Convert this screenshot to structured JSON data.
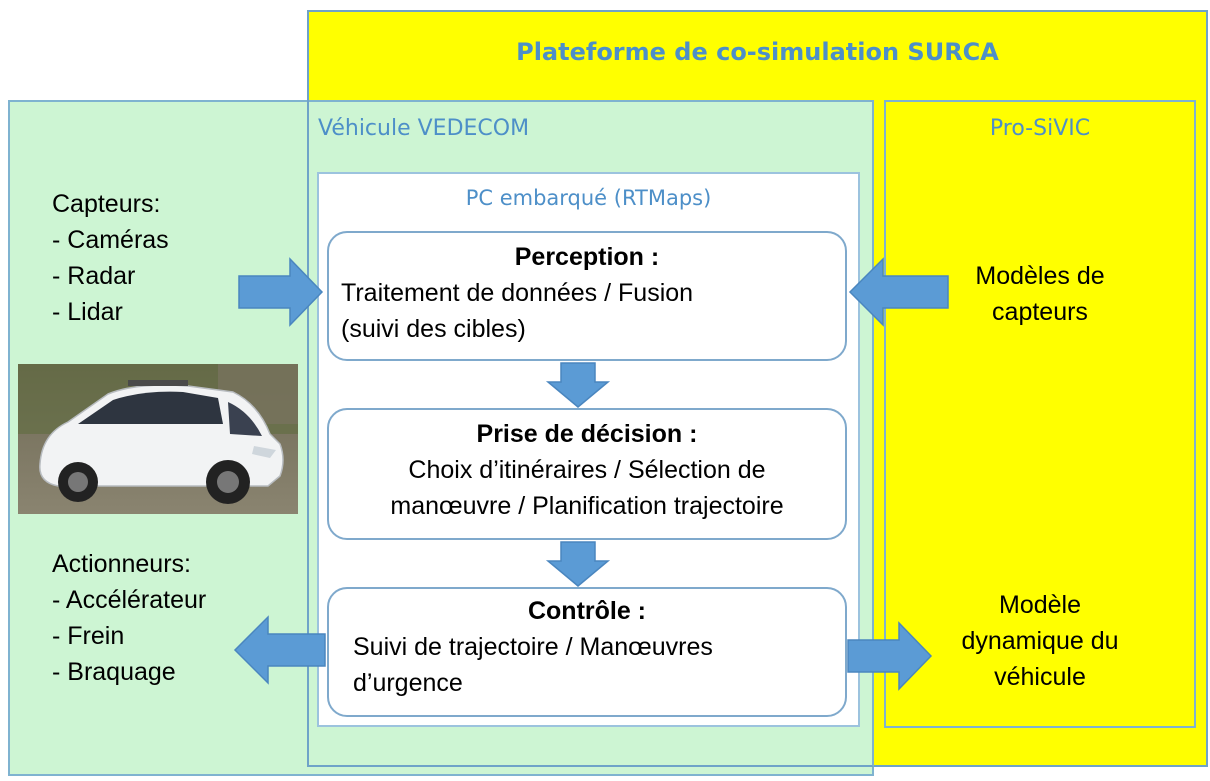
{
  "platform": {
    "title": "Plateforme de co-simulation SURCA"
  },
  "vehicle": {
    "title": "Véhicule VEDECOM"
  },
  "prosivic": {
    "title": "Pro-SiVIC",
    "sensor_models": [
      "Modèles de",
      "capteurs"
    ],
    "dynamic_model": [
      "Modèle",
      "dynamique du",
      "véhicule"
    ]
  },
  "pc": {
    "title": "PC embarqué (RTMaps)",
    "perception": {
      "heading": "Perception :",
      "lines": [
        "Traitement de données / Fusion",
        "(suivi des cibles)"
      ]
    },
    "decision": {
      "heading": "Prise de décision :",
      "lines": [
        "Choix d’itinéraires / Sélection de",
        "manœuvre / Planification trajectoire"
      ]
    },
    "control": {
      "heading": "Contrôle :",
      "lines": [
        "Suivi de trajectoire / Manœuvres",
        "d’urgence"
      ]
    }
  },
  "sensors": {
    "title": "Capteurs:",
    "items": [
      "- Caméras",
      "- Radar",
      "- Lidar"
    ]
  },
  "actuators": {
    "title": "Actionneurs:",
    "items": [
      "- Accélérateur",
      "- Frein",
      "- Braquage"
    ]
  },
  "colors": {
    "platform_bg": "#ffff00",
    "vehicle_bg": "#cdf5d3",
    "title_text": "#4d8fc8",
    "arrow_fill": "#5b9bd5",
    "border": "#7fb3d0"
  },
  "icons": {
    "arrow": "block-arrow",
    "car": "car-photo"
  }
}
